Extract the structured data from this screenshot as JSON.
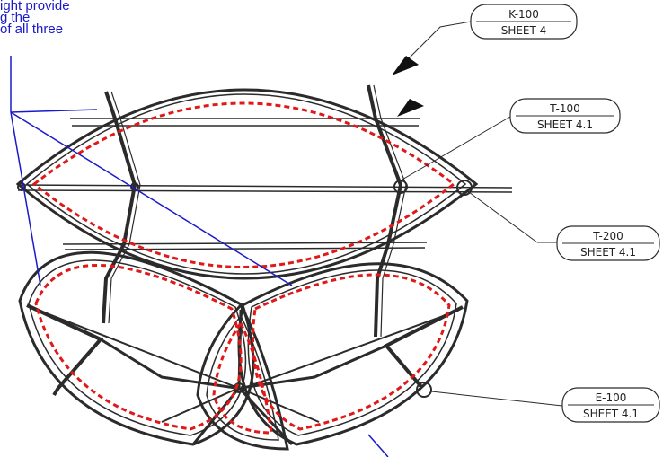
{
  "annotation": {
    "lines": [
      "ight provide",
      "g the",
      "of all three"
    ],
    "color": "#1a1acc"
  },
  "callouts": [
    {
      "id": "k100",
      "tag": "K-100",
      "sheet": "SHEET 4"
    },
    {
      "id": "t100",
      "tag": "T-100",
      "sheet": "SHEET 4.1"
    },
    {
      "id": "t200",
      "tag": "T-200",
      "sheet": "SHEET 4.1"
    },
    {
      "id": "e100",
      "tag": "E-100",
      "sheet": "SHEET 4.1"
    }
  ],
  "colors": {
    "structure": "#2b2b2b",
    "dashed_outline": "#e01818",
    "leader_line": "#1a1acc",
    "paper": "#ffffff"
  }
}
